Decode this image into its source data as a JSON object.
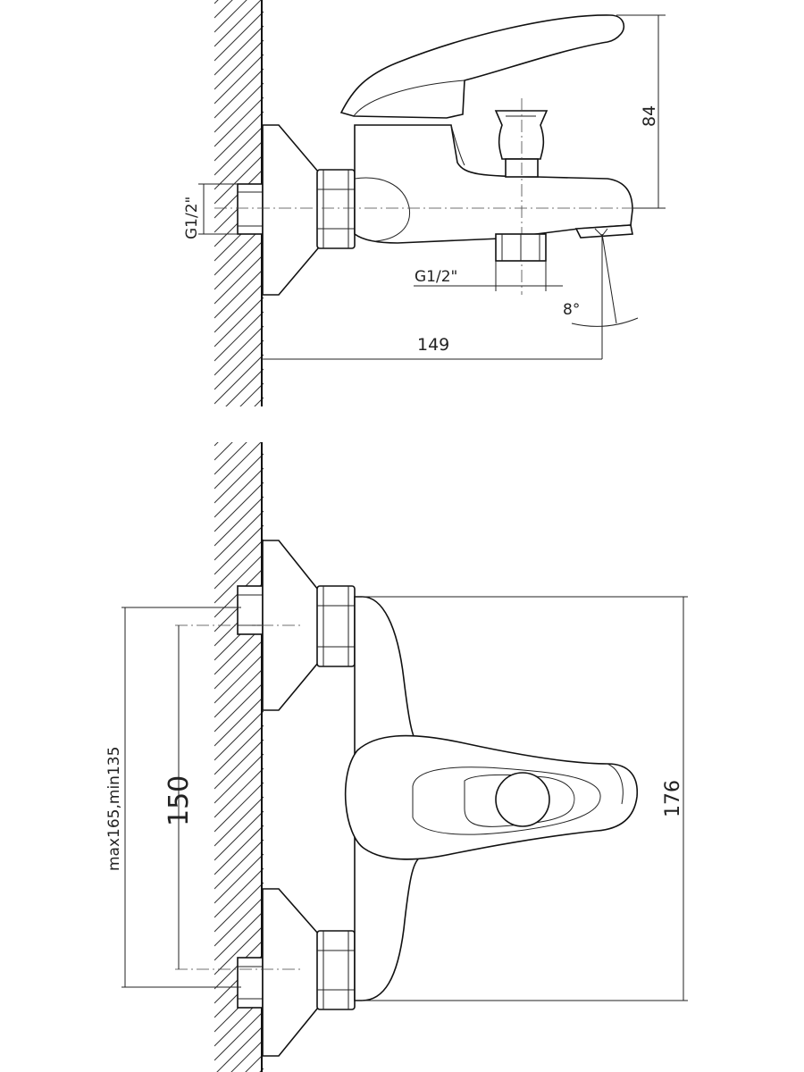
{
  "top_view": {
    "thread_left": "G1/2\"",
    "thread_bottom": "G1/2\"",
    "height": "84",
    "width": "149",
    "angle": "8°"
  },
  "front_view": {
    "range": "max165,min135",
    "spacing": "150",
    "height": "176"
  }
}
